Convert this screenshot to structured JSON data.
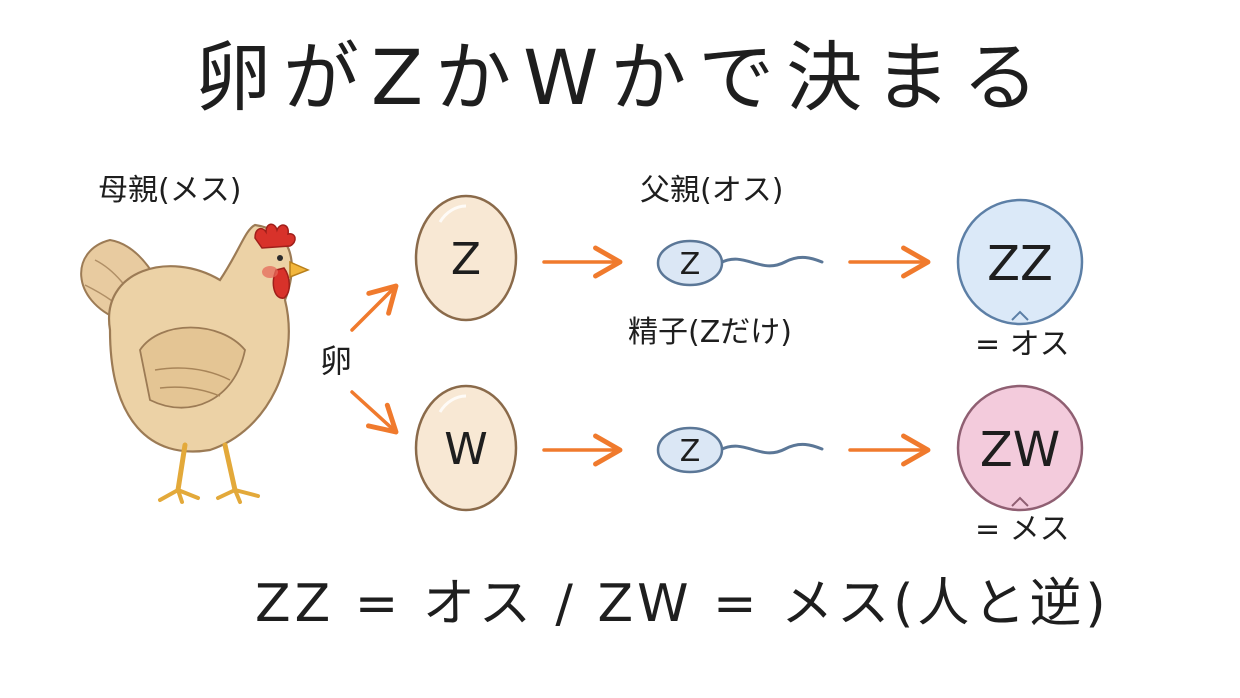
{
  "title": "卵がZかWかで決まる",
  "mother_label": "母親(メス)",
  "father_label": "父親(オス)",
  "egg_label": "卵",
  "sperm_label": "精子(Zだけ)",
  "eggs": [
    {
      "chromosome": "Z"
    },
    {
      "chromosome": "W"
    }
  ],
  "sperms": [
    {
      "chromosome": "Z"
    },
    {
      "chromosome": "Z"
    }
  ],
  "results": [
    {
      "genotype": "ZZ",
      "label": "= オス",
      "color": "#dbe9f8",
      "stroke": "#5c7fa6"
    },
    {
      "genotype": "ZW",
      "label": "= メス",
      "color": "#f3cbdc",
      "stroke": "#8f5f72"
    }
  ],
  "footer": "ZZ = オス / ZW = メス(人と逆)",
  "colors": {
    "arrow": "#f07a2d",
    "egg_fill": "#f8e8d4",
    "egg_stroke": "#8a6a4a",
    "sperm_fill": "#dbe7f5",
    "sperm_stroke": "#5b7797",
    "hen_body": "#ecd2a6",
    "hen_comb": "#d8322a"
  }
}
